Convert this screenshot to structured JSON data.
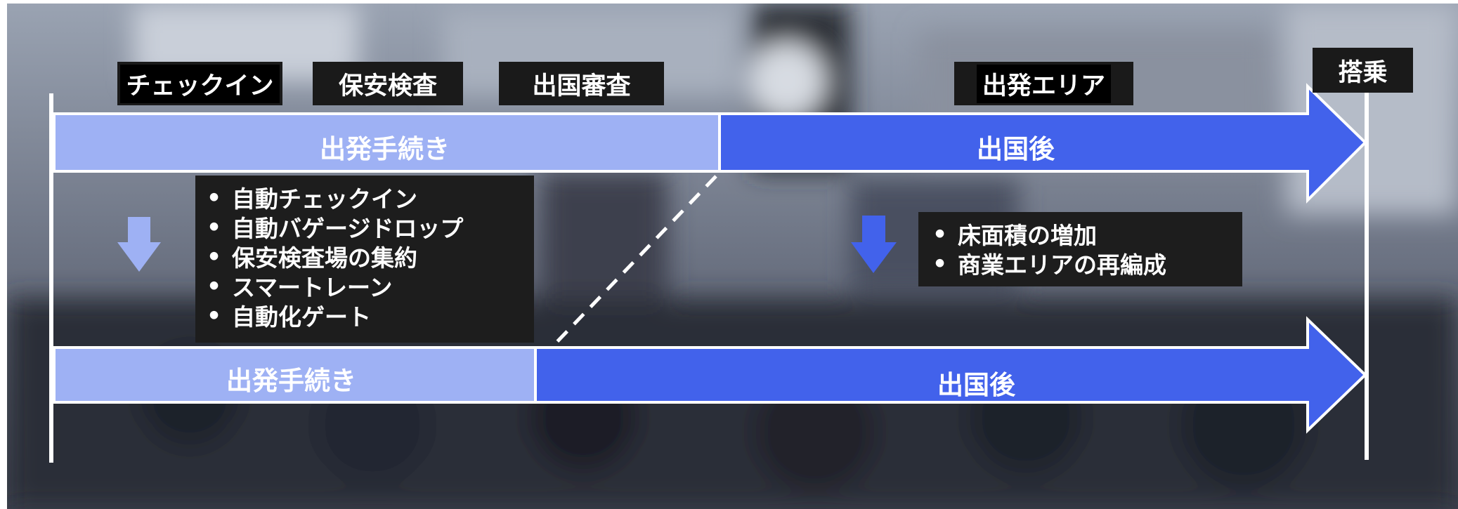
{
  "stages": {
    "checkin": "チェックイン",
    "security": "保安検査",
    "immigration": "出国審査",
    "departure_area": "出発エリア",
    "boarding": "搭乗"
  },
  "top_flow": {
    "pre": "出発手続き",
    "post": "出国後"
  },
  "bottom_flow": {
    "pre": "出発手続き",
    "post": "出国後"
  },
  "pre_improvements": [
    "自動チェックイン",
    "自動バゲージドロップ",
    "保安検査場の集約",
    "スマートレーン",
    "自動化ゲート"
  ],
  "post_improvements": [
    "床面積の増加",
    "商業エリアの再編成"
  ],
  "bullet_char": "•",
  "colors": {
    "light_blue": "#9eb1f4",
    "dark_blue": "#4262eb",
    "background_gray": "#5c6474",
    "label_bg": "#1d1d1d"
  }
}
